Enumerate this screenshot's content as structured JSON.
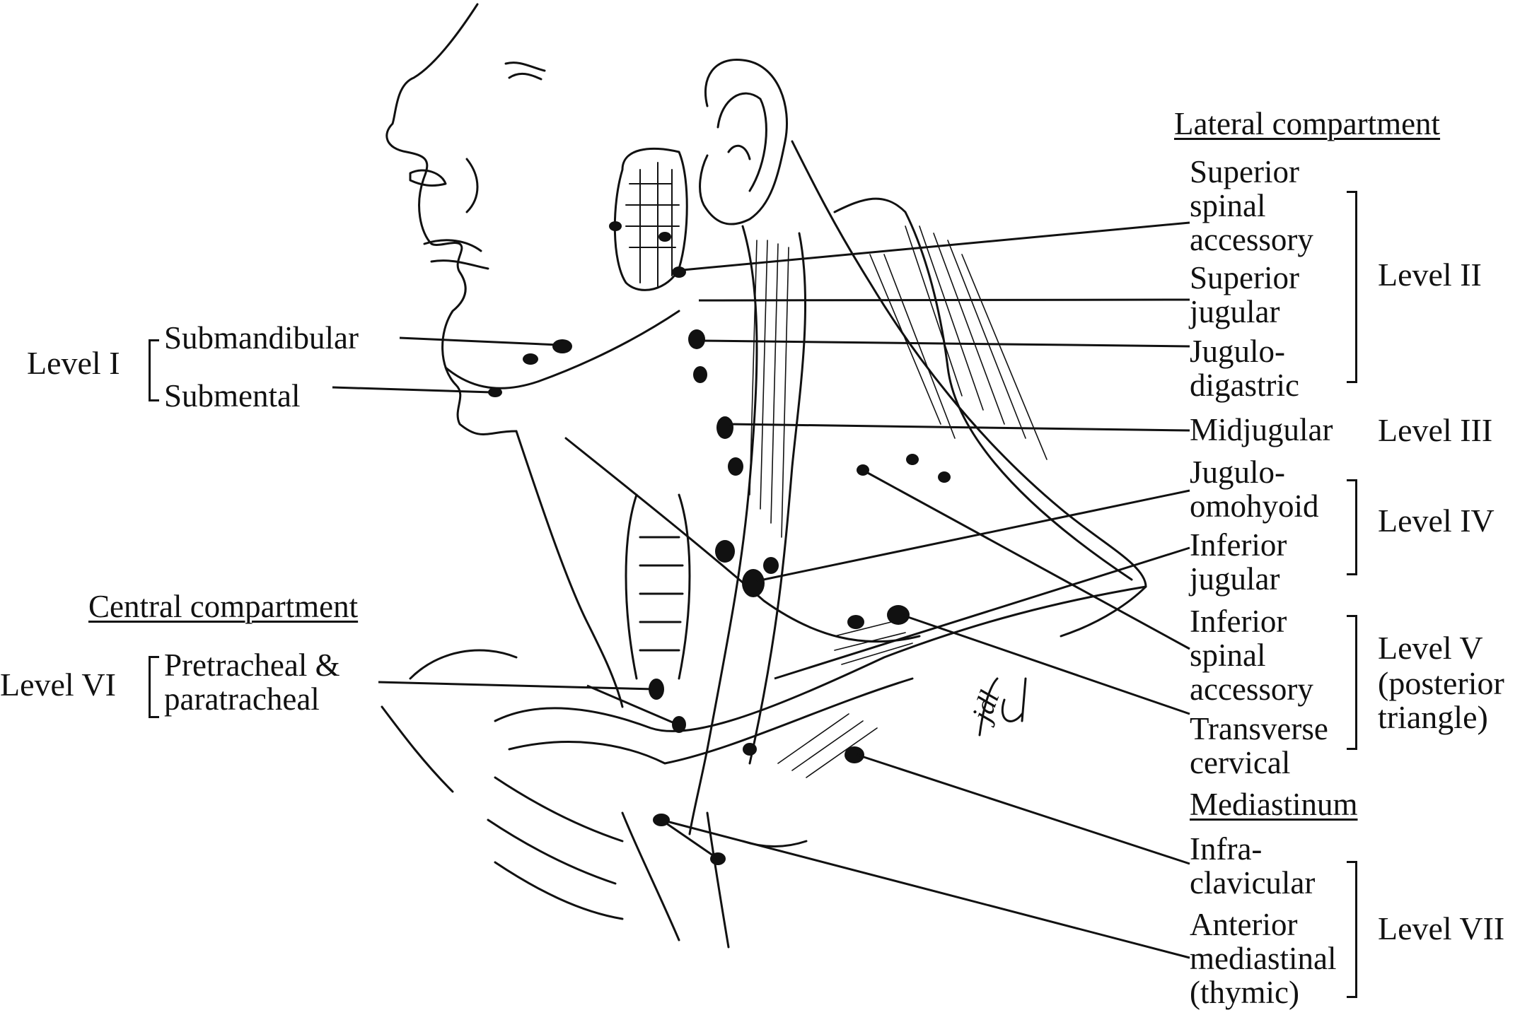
{
  "headers": {
    "lateral": "Lateral compartment",
    "central": "Central compartment",
    "mediastinum": "Mediastinum"
  },
  "groups": [
    {
      "level": "Level I",
      "sites": [
        "Submandibular",
        "Submental"
      ]
    },
    {
      "level": "Level II",
      "sites": [
        "Superior spinal accessory",
        "Superior jugular",
        "Jugulo-digastric"
      ]
    },
    {
      "level": "Level III",
      "sites": [
        "Midjugular"
      ]
    },
    {
      "level": "Level IV",
      "sites": [
        "Jugulo-omohyoid",
        "Inferior jugular"
      ]
    },
    {
      "level": "Level V (posterior triangle)",
      "sites": [
        "Inferior spinal accessory",
        "Transverse cervical"
      ]
    },
    {
      "level": "Level VI",
      "sites": [
        "Pretracheal & paratracheal"
      ]
    },
    {
      "level": "Level VII",
      "sites": [
        "Infra-clavicular",
        "Anterior mediastinal (thymic)"
      ]
    }
  ],
  "labels": {
    "l1": "Level I",
    "submandibular": "Submandibular",
    "submental": "Submental",
    "sup_spinal_1": "Superior",
    "sup_spinal_2": "spinal",
    "sup_spinal_3": "accessory",
    "sup_jug_1": "Superior",
    "sup_jug_2": "jugular",
    "jd_1": "Jugulo-",
    "jd_2": "digastric",
    "l2": "Level II",
    "midjugular": "Midjugular",
    "l3": "Level III",
    "jo_1": "Jugulo-",
    "jo_2": "omohyoid",
    "inf_jug_1": "Inferior",
    "inf_jug_2": "jugular",
    "l4": "Level IV",
    "inf_spinal_1": "Inferior",
    "inf_spinal_2": "spinal",
    "inf_spinal_3": "accessory",
    "tc_1": "Transverse",
    "tc_2": "cervical",
    "l5_1": "Level V",
    "l5_2": "(posterior",
    "l5_3": "triangle)",
    "l6": "Level VI",
    "pre_1": "Pretracheal &",
    "pre_2": "paratracheal",
    "infra_1": "Infra-",
    "infra_2": "clavicular",
    "ant_1": "Anterior",
    "ant_2": "mediastinal",
    "ant_3": "(thymic)",
    "l7": "Level VII",
    "signature": "jdl"
  },
  "colors": {
    "ink": "#111111",
    "paper": "#ffffff"
  }
}
